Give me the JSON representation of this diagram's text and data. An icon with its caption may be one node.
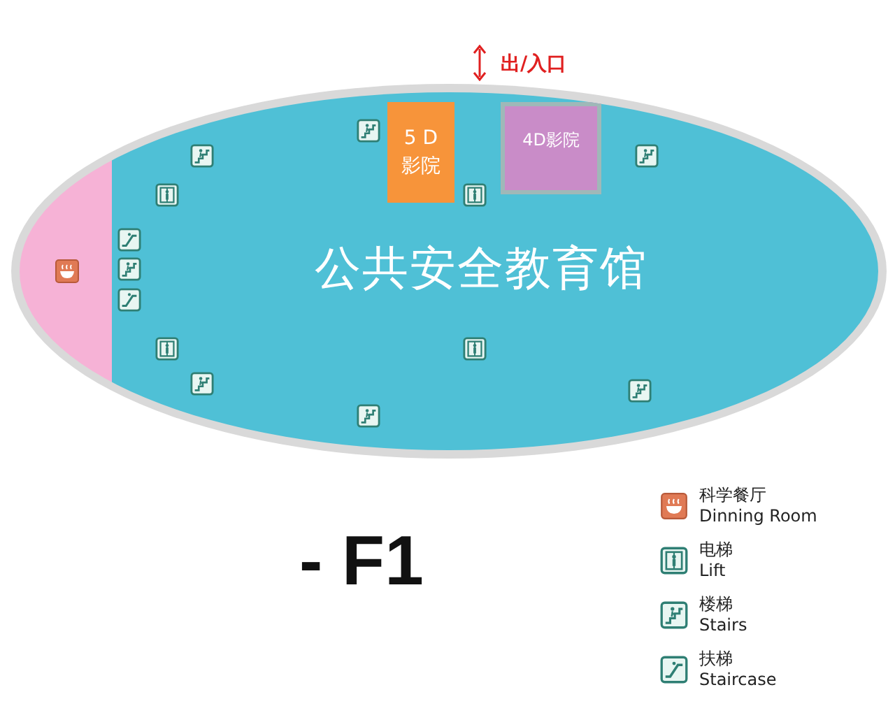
{
  "diagram": {
    "nodes": [
      {
        "text": [
          "公共安全教育馆"
        ]
      },
      {
        "text": [
          "5 D 影院"
        ],
        "in": 0
      },
      {
        "text": [
          "4D影院"
        ],
        "in": 0
      },
      {
        "text": [],
        "shape": "box"
      }
    ],
    "edges": [],
    "labels": [
      "出/入口",
      "- F1"
    ],
    "legend": [
      {
        "text": "科学餐厅 Dinning Room"
      },
      {
        "text": "电梯 Lift"
      },
      {
        "text": "楼梯 Stairs"
      },
      {
        "text": "扶梯 Staircase"
      }
    ]
  }
}
